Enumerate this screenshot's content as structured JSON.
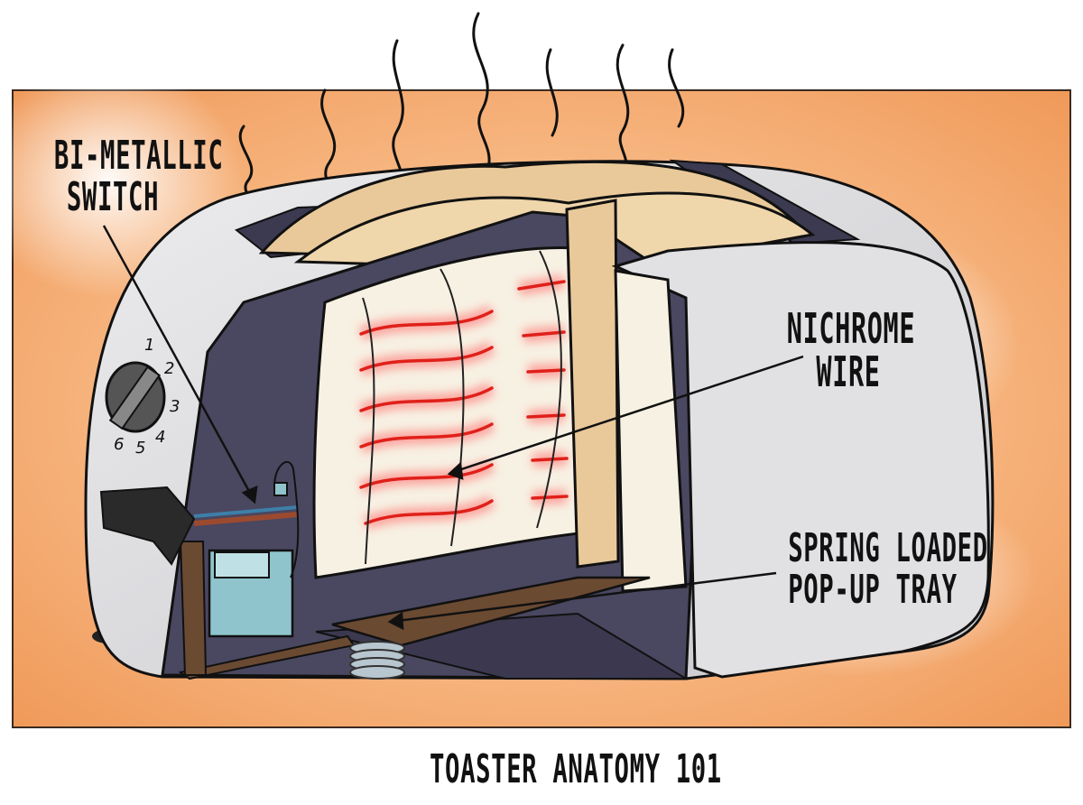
{
  "labels": {
    "bimetallic_switch": [
      "BI-METALLIC",
      "SWITCH"
    ],
    "nichrome_wire": [
      "NICHROME",
      "WIRE"
    ],
    "popup_tray": [
      "SPRING LOADED",
      "POP-UP TRAY"
    ]
  },
  "dial_numbers": [
    "1",
    "2",
    "3",
    "4",
    "5",
    "6"
  ],
  "caption": "TOASTER ANATOMY 101",
  "colors": {
    "background": "#f2a468",
    "body": "#d9d9dc",
    "cavity": "#4a4760",
    "element_panel": "#f5efe0",
    "heat_wire": "#e0201a",
    "bread": "#e9c99a",
    "tray": "#6b4a32",
    "switch": "#8fc4cc",
    "spring": "#a9b9c4"
  }
}
